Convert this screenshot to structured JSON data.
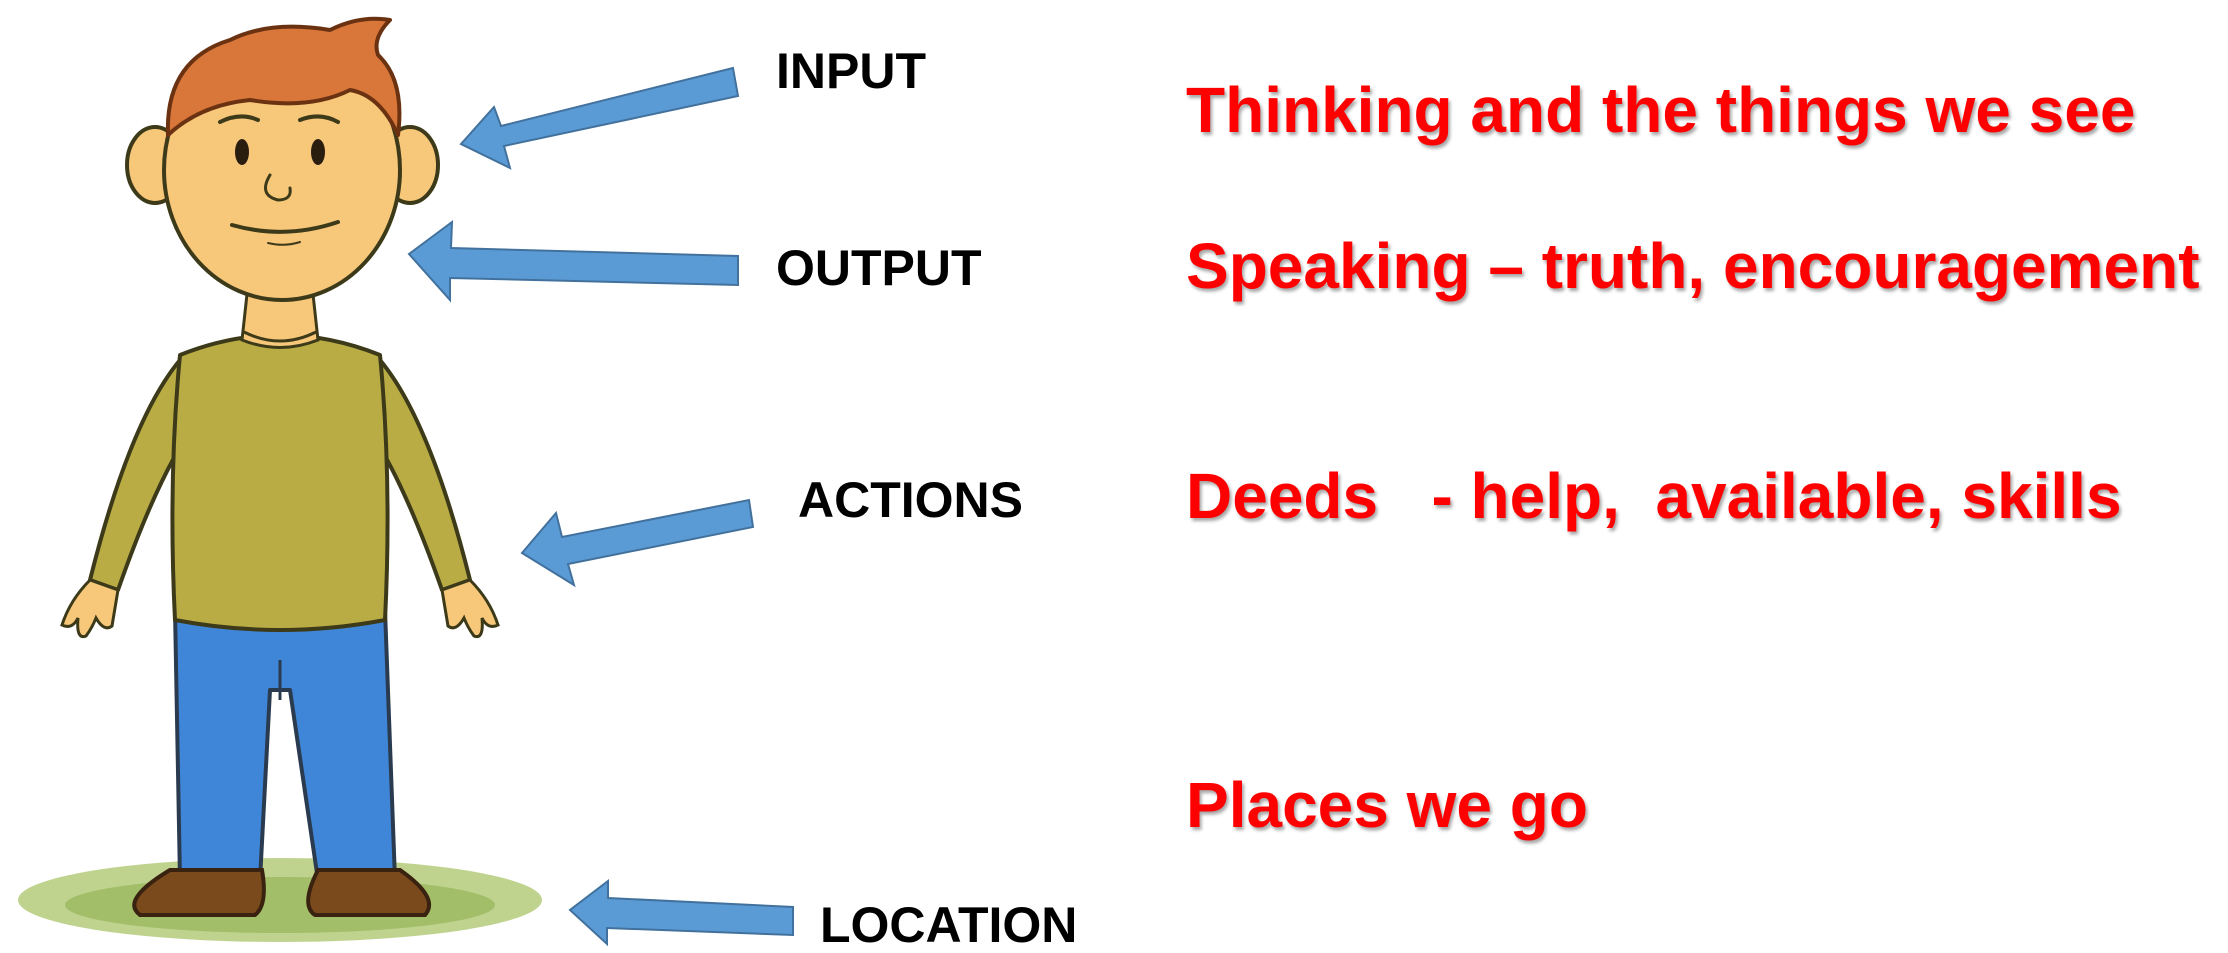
{
  "labels": {
    "input": "INPUT",
    "output": "OUTPUT",
    "actions": "ACTIONS",
    "location": "LOCATION"
  },
  "descriptions": {
    "input": "Thinking and the things we see",
    "output": "Speaking – truth, encouragement",
    "actions": "Deeds   - help,  available, skills",
    "location": "Places we go"
  },
  "colors": {
    "label_text": "#000000",
    "description_text": "#ff0000",
    "arrow_fill": "#5b9bd5",
    "arrow_stroke": "#41719c",
    "shirt": "#b9ac45",
    "pants": "#3f86d8",
    "hair": "#d9773a",
    "skin": "#f7c77a",
    "shoes": "#7a4a1d",
    "grass": "#a9c46a"
  },
  "icons": {
    "figure": "cartoon-boy-illustration",
    "arrows": "left-pointing-block-arrow"
  }
}
